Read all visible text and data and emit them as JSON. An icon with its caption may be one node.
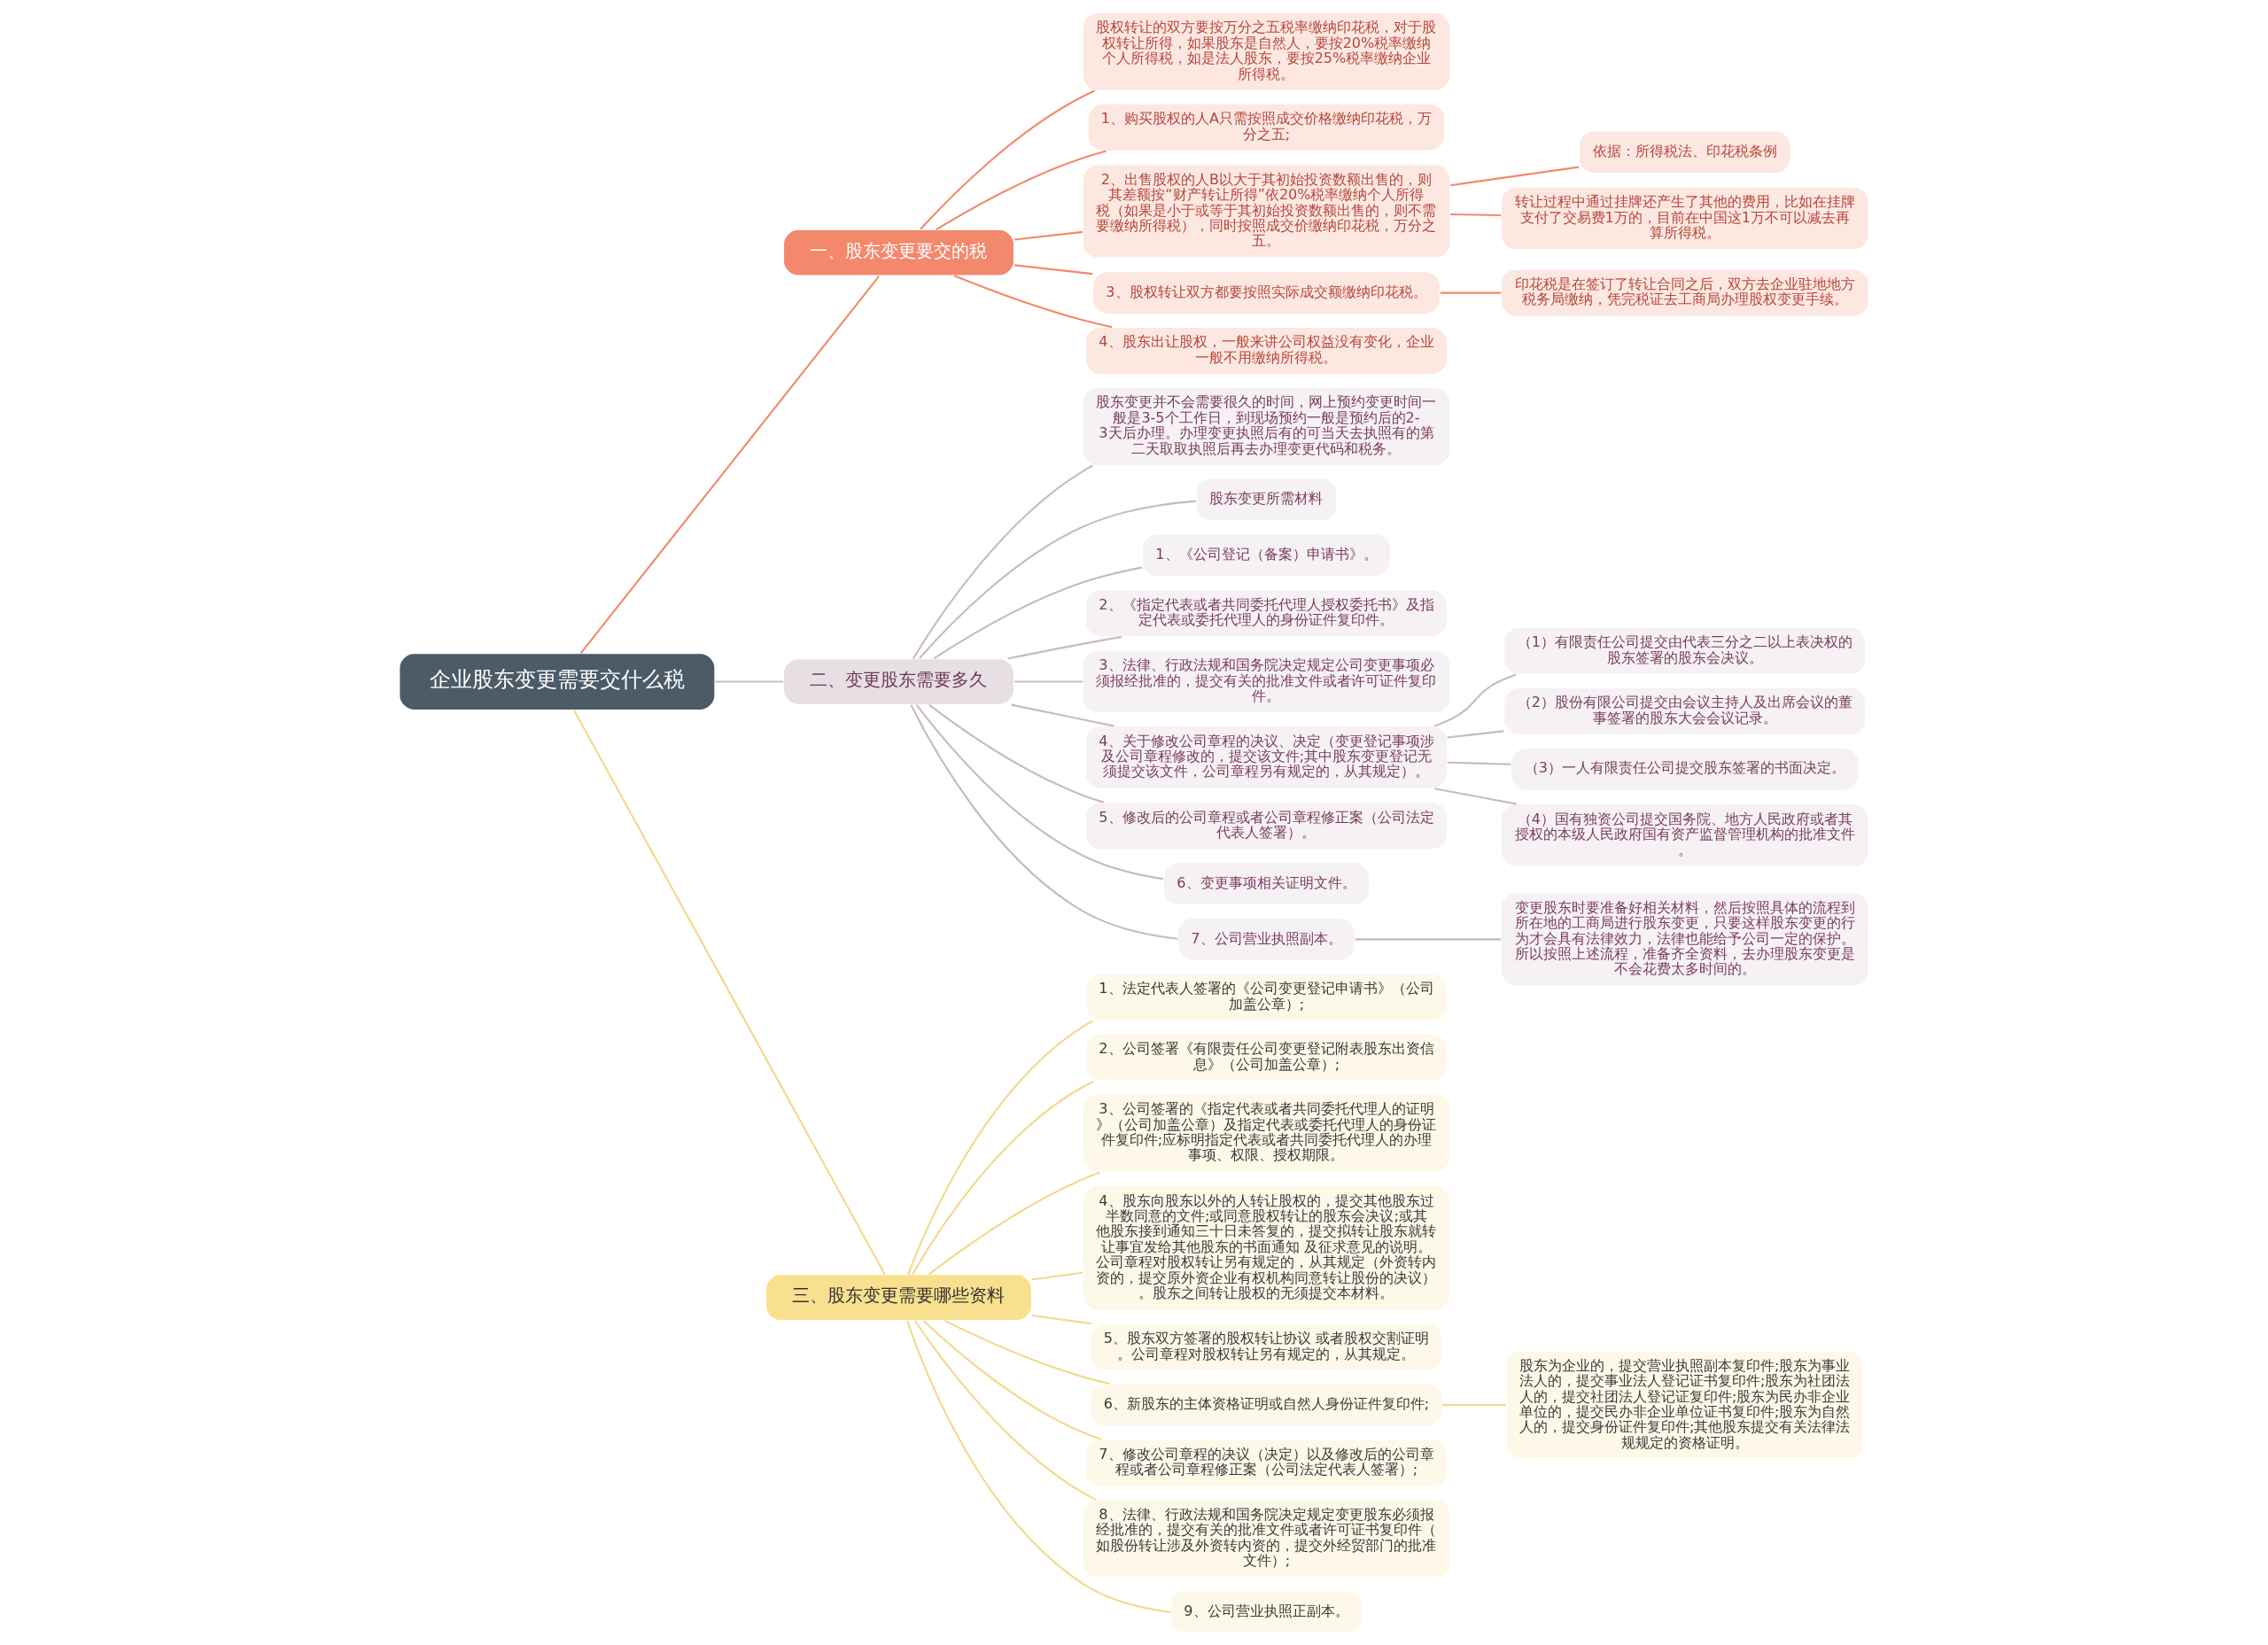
{
  "diagram": {
    "nodes": [
      {
        "text": [
          "企业股东变更需要交什么税"
        ]
      },
      {
        "text": [
          "一、股东变更要交的税"
        ]
      },
      {
        "text": [
          "股权转让的双方要按万分之五税率缴纳印花税，对于股权转让所得，如果股东是自然人，要按20%税率缴纳个人所得税，如是法人股东，要按25%税率缴纳企业所得税。"
        ]
      },
      {
        "text": [
          "1、购买股权的人A只需按照成交价格缴纳印花税，万分之五;"
        ]
      },
      {
        "text": [
          "2、出售股权的人B以大于其初始投资数额出售的，则其差额按“财产转让所得”依20%税率缴纳个人所得税（如果是小于或等于其初始投资数额出售的，则不需要缴纳所得税），同时按照成交价缴纳印花税，万分之五。"
        ]
      },
      {
        "text": [
          "依据：所得税法、印花税条例"
        ]
      },
      {
        "text": [
          "转让过程中通过挂牌还产生了其他的费用，比如在挂牌支付了交易费1万的，目前在中国这1万不可以减去再算所得税。"
        ]
      },
      {
        "text": [
          "3、股权转让双方都要按照实际成交额缴纳印花税。"
        ]
      },
      {
        "text": [
          "印花税是在签订了转让合同之后，双方去企业驻地地方税务局缴纳，凭完税证去工商局办理股权变更手续。"
        ]
      },
      {
        "text": [
          "4、股东出让股权，一般来讲公司权益没有变化，企业一般不用缴纳所得税。"
        ]
      },
      {
        "text": [
          "二、变更股东需要多久"
        ]
      },
      {
        "text": [
          "股东变更并不会需要很久的时间，网上预约变更时间一般是3-5个工作日，到现场预约一般是预约后的2-3天后办理。办理变更执照后有的可当天去执照有的第二天取取执照后再去办理变更代码和税务。"
        ]
      },
      {
        "text": [
          "股东变更所需材料"
        ]
      },
      {
        "text": [
          "1、《公司登记（备案）申请书》。"
        ]
      },
      {
        "text": [
          "2、《指定代表或者共同委托代理人授权委托书》及指定代表或委托代理人的身份证件复印件。"
        ]
      },
      {
        "text": [
          "3、法律、行政法规和国务院决定规定公司变更事项必须报经批准的，提交有关的批准文件或者许可证件复印件。"
        ]
      },
      {
        "text": [
          "（1）有限责任公司提交由代表三分之二以上表决权的股东签署的股东会决议。"
        ]
      },
      {
        "text": [
          "（2）股份有限公司提交由会议主持人及出席会议的董事签署的股东大会会议记录。"
        ]
      },
      {
        "text": [
          "（3）一人有限责任公司提交股东签署的书面决定。"
        ]
      },
      {
        "text": [
          "（4）国有独资公司提交国务院、地方人民政府或者其授权的本级人民政府国有资产监督管理机构的批准文件。"
        ]
      },
      {
        "text": [
          "4、关于修改公司章程的决议、决定（变更登记事项涉及公司章程修改的，提交该文件;其中股东变更登记无须提交该文件，公司章程另有规定的，从其规定）。"
        ]
      },
      {
        "text": [
          "5、修改后的公司章程或者公司章程修正案（公司法定代表人签署）。"
        ]
      },
      {
        "text": [
          "6、变更事项相关证明文件。"
        ]
      },
      {
        "text": [
          "变更股东时要准备好相关材料，然后按照具体的流程到所在地的工商局进行股东变更，只要这样股东变更的行为才会具有法律效力，法律也能给予公司一定的保护。所以按照上述流程，准备齐全资料，去办理股东变更是不会花费太多时间的。"
        ]
      },
      {
        "text": [
          "7、公司营业执照副本。"
        ]
      },
      {
        "text": [
          "三、股东变更需要哪些资料"
        ]
      },
      {
        "text": [
          "1、法定代表人签署的《公司变更登记申请书》（公司加盖公章）;"
        ]
      },
      {
        "text": [
          "2、公司签署《有限责任公司变更登记附表股东出资信息》（公司加盖公章）;"
        ]
      },
      {
        "text": [
          "3、公司签署的《指定代表或者共同委托代理人的证明》（公司加盖公章）及指定代表或委托代理人的身份证件复印件;应标明指定代表或者共同委托代理人的办理事项、权限、授权期限。"
        ]
      },
      {
        "text": [
          "4、股东向股东以外的人转让股权的，提交其他股东过半数同意的文件;或同意股权转让的股东会决议;或其他股东接到通知三十日未答复的，提交拟转让股东就转让事宜发给其他股东的书面通知 及征求意见的说明。公司章程对股权转让另有规定的，从其规定（外资转内资的，提交原外资企业有权机构同意转让股份的决议）。股东之间转让股权的无须提交本材料。"
        ]
      },
      {
        "text": [
          "5、股东双方签署的股权转让协议 或者股权交割证明。公司章程对股权转让另有规定的，从其规定。"
        ]
      },
      {
        "text": [
          "6、新股东的主体资格证明或自然人身份证件复印件;"
        ]
      },
      {
        "text": [
          "股东为企业的，提交营业执照副本复印件;股东为事业法人的，提交事业法人登记证书复印件;股东为社团法人的，提交社团法人登记证复印件;股东为民办非企业单位的，提交民办非企业单位证书复印件;股东为自然人的，提交身份证件复印件;其他股东提交有关法律法规规定的资格证明。"
        ]
      },
      {
        "text": [
          "7、修改公司章程的决议（决定）以及修改后的公司章程或者公司章程修正案（公司法定代表人签署）;"
        ]
      },
      {
        "text": [
          "8、法律、行政法规和国务院决定规定变更股东必须报经批准的，提交有关的批准文件或者许可证书复印件（如股份转让涉及外资转内资的，提交外经贸部门的批准文件）;"
        ]
      },
      {
        "text": [
          "9、公司营业执照正副本。"
        ]
      }
    ],
    "edges": [
      {
        "from": 0,
        "to": 1,
        "arrow": "none",
        "color": "#f08a6c"
      },
      {
        "from": 1,
        "to": 2,
        "arrow": "none",
        "color": "#f08a6c"
      },
      {
        "from": 1,
        "to": 3,
        "arrow": "none",
        "color": "#f08a6c"
      },
      {
        "from": 1,
        "to": 4,
        "arrow": "none",
        "color": "#f08a6c"
      },
      {
        "from": 4,
        "to": 5,
        "arrow": "none",
        "color": "#f08a6c"
      },
      {
        "from": 4,
        "to": 6,
        "arrow": "none",
        "color": "#f08a6c"
      },
      {
        "from": 1,
        "to": 7,
        "arrow": "none",
        "color": "#f08a6c"
      },
      {
        "from": 7,
        "to": 8,
        "arrow": "none",
        "color": "#f08a6c"
      },
      {
        "from": 1,
        "to": 9,
        "arrow": "none",
        "color": "#f08a6c"
      },
      {
        "from": 0,
        "to": 10,
        "arrow": "none"
      },
      {
        "from": 10,
        "to": 11,
        "arrow": "none"
      },
      {
        "from": 10,
        "to": 12,
        "arrow": "none"
      },
      {
        "from": 10,
        "to": 13,
        "arrow": "none"
      },
      {
        "from": 10,
        "to": 14,
        "arrow": "none"
      },
      {
        "from": 10,
        "to": 15,
        "arrow": "none"
      },
      {
        "from": 20,
        "to": 16,
        "arrow": "none"
      },
      {
        "from": 20,
        "to": 17,
        "arrow": "none"
      },
      {
        "from": 20,
        "to": 18,
        "arrow": "none"
      },
      {
        "from": 20,
        "to": 19,
        "arrow": "none"
      },
      {
        "from": 10,
        "to": 20,
        "arrow": "none"
      },
      {
        "from": 10,
        "to": 21,
        "arrow": "none"
      },
      {
        "from": 10,
        "to": 22,
        "arrow": "none"
      },
      {
        "from": 24,
        "to": 23,
        "arrow": "none"
      },
      {
        "from": 10,
        "to": 24,
        "arrow": "none"
      },
      {
        "from": 0,
        "to": 25,
        "arrow": "none",
        "color": "#f3d98a"
      },
      {
        "from": 25,
        "to": 26,
        "arrow": "none",
        "color": "#f3d98a"
      },
      {
        "from": 25,
        "to": 27,
        "arrow": "none",
        "color": "#f3d98a"
      },
      {
        "from": 25,
        "to": 28,
        "arrow": "none",
        "color": "#f3d98a"
      },
      {
        "from": 25,
        "to": 29,
        "arrow": "none",
        "color": "#f3d98a"
      },
      {
        "from": 25,
        "to": 30,
        "arrow": "none",
        "color": "#f3d98a"
      },
      {
        "from": 25,
        "to": 31,
        "arrow": "none",
        "color": "#f3d98a"
      },
      {
        "from": 31,
        "to": 32,
        "arrow": "none",
        "color": "#f3d98a"
      },
      {
        "from": 25,
        "to": 33,
        "arrow": "none",
        "color": "#f3d98a"
      },
      {
        "from": 25,
        "to": 34,
        "arrow": "none",
        "color": "#f3d98a"
      },
      {
        "from": 25,
        "to": 35,
        "arrow": "none",
        "color": "#f3d98a"
      }
    ]
  }
}
